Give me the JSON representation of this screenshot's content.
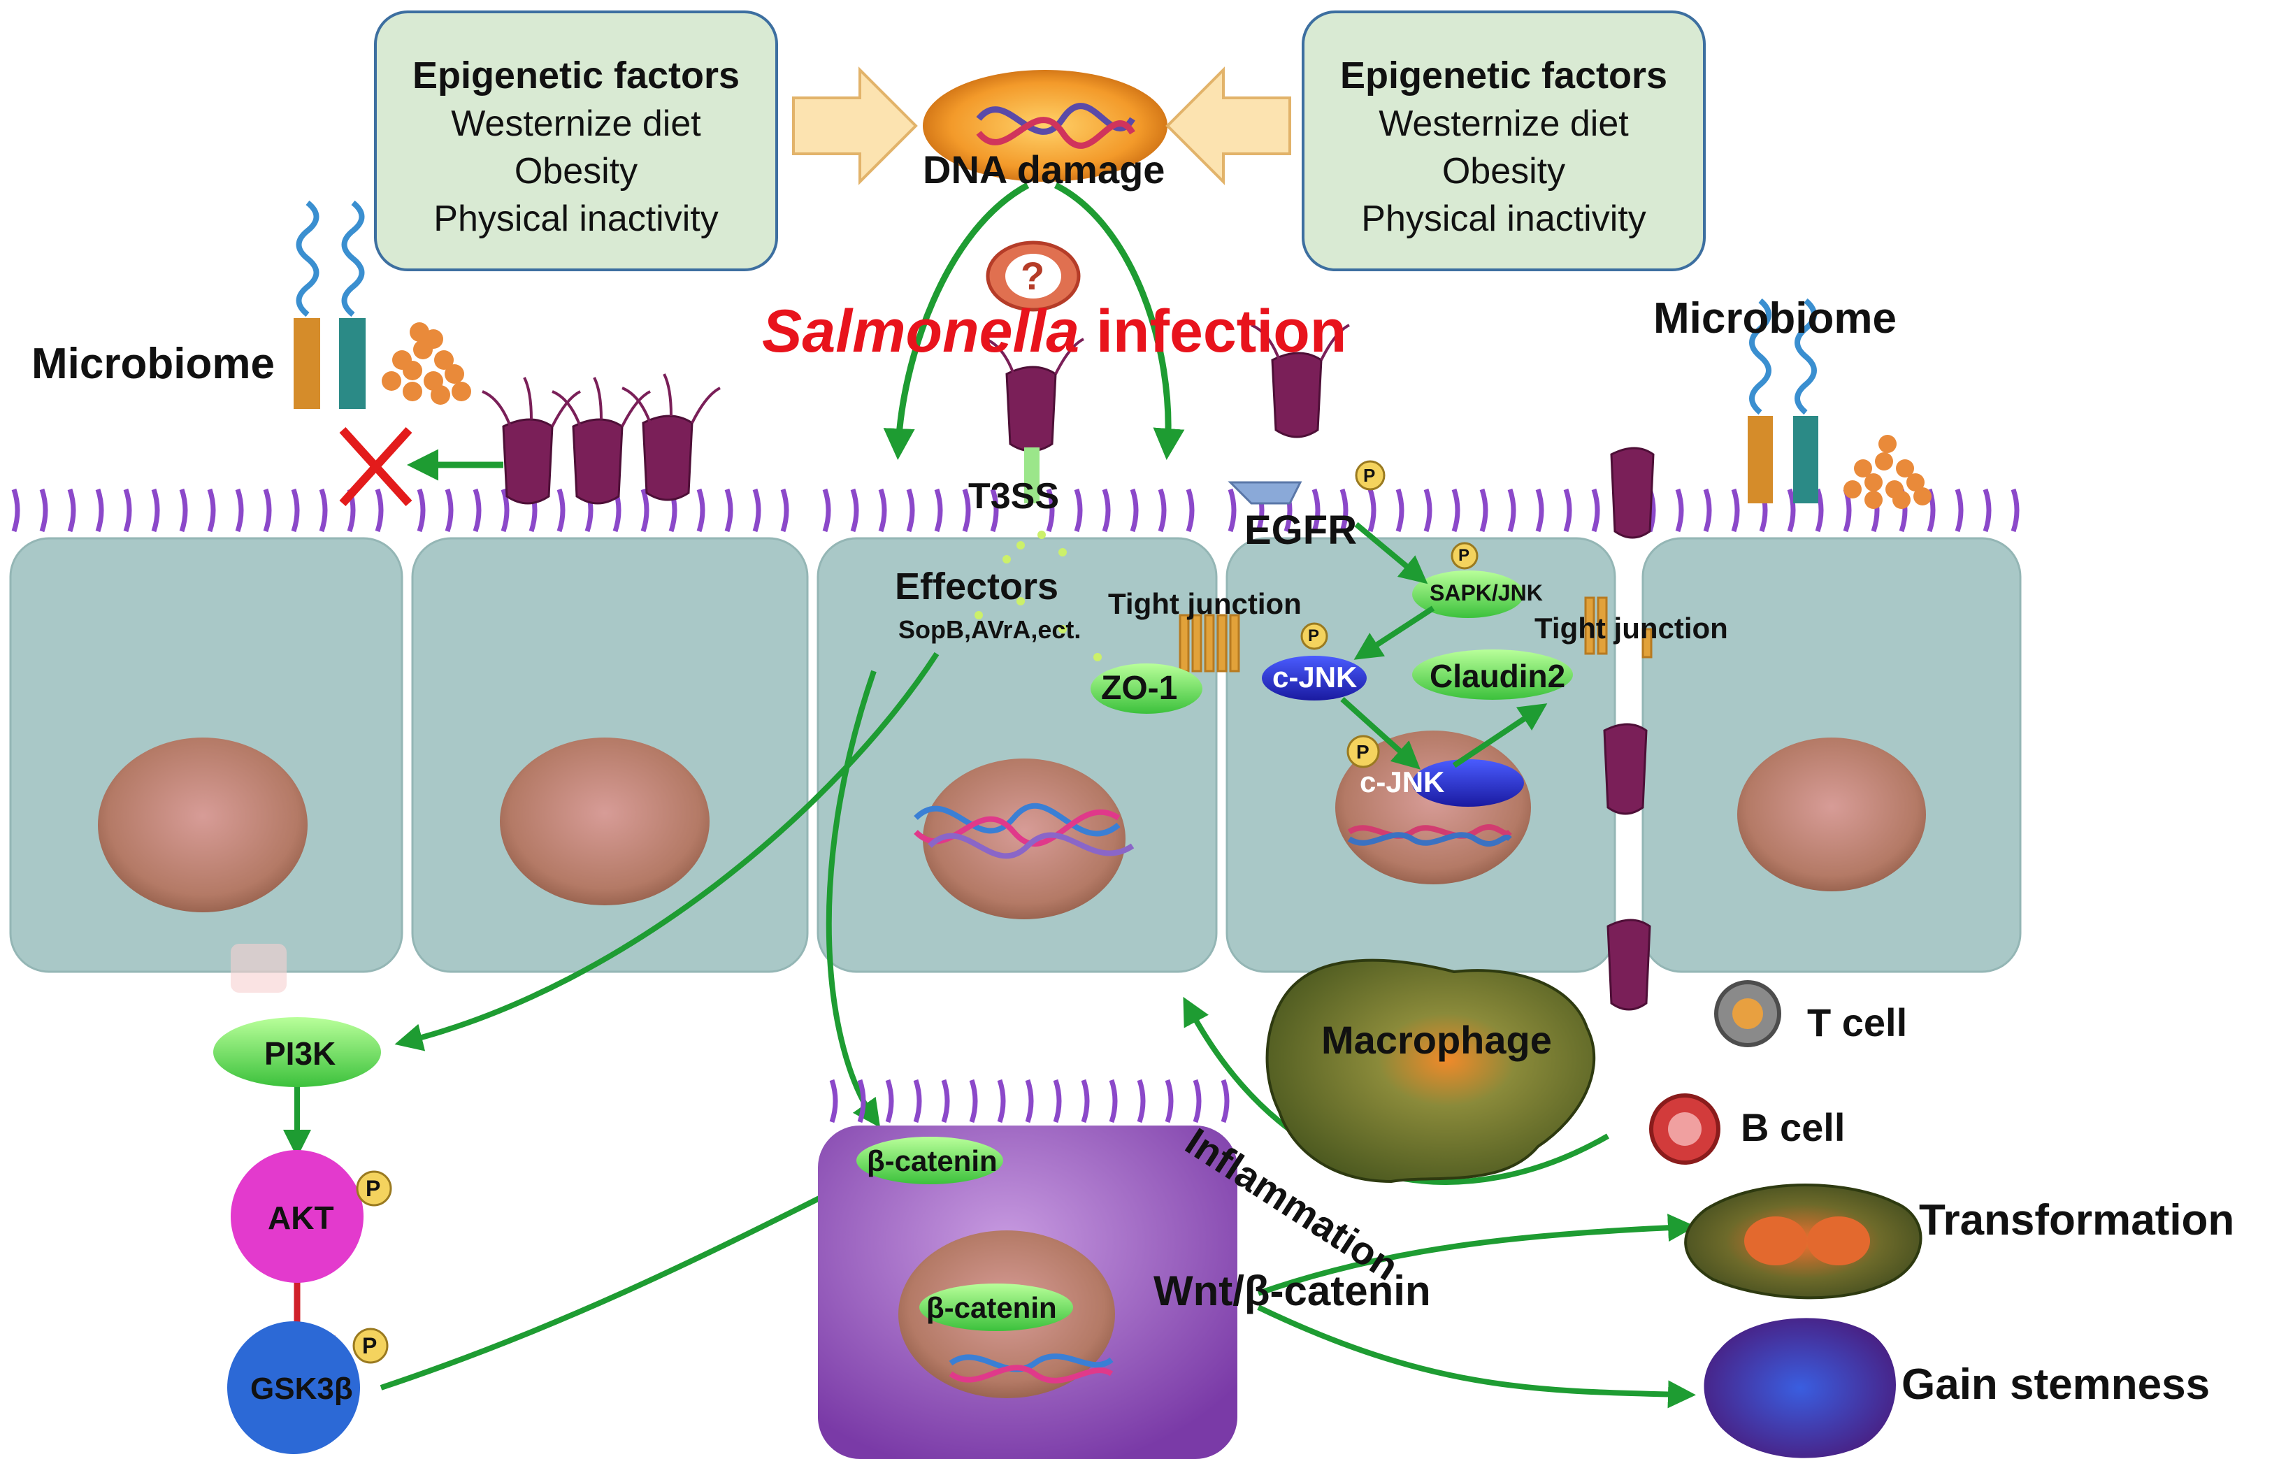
{
  "epigenetic_boxes": [
    {
      "title": "Epigenetic factors",
      "lines": [
        "Westernize diet",
        "Obesity",
        "Physical inactivity"
      ]
    },
    {
      "title": "Epigenetic factors",
      "lines": [
        "Westernize diet",
        "Obesity",
        "Physical inactivity"
      ]
    }
  ],
  "labels": {
    "dna_damage": "DNA damage",
    "question": "?",
    "salmonella": "Salmonella",
    "infection": " infection",
    "microbiome_left": "Microbiome",
    "microbiome_right": "Microbiome",
    "t3ss": "T3SS",
    "egfr": "EGFR",
    "effectors": "Effectors",
    "effectors_list": "SopB,AVrA,ect.",
    "tight_junction_1": "Tight junction",
    "tight_junction_2": "Tight junction",
    "zo1": "ZO-1",
    "sapk_jnk": "SAPK/JNK",
    "cjnk_1": "c-JNK",
    "cjnk_2": "c-JNK",
    "claudin2": "Claudin2",
    "pi3k": "PI3K",
    "akt": "AKT",
    "gsk3b": "GSK3β",
    "p": "P",
    "beta_catenin_1": "β-catenin",
    "beta_catenin_2": "β-catenin",
    "macrophage": "Macrophage",
    "inflammation": "Inflammation",
    "t_cell": "T cell",
    "b_cell": "B cell",
    "wnt": "Wnt/β-catenin",
    "transformation": "Transformation",
    "gain_stemness": "Gain stemness"
  },
  "colors": {
    "arrow_green": "#1e9c32",
    "salmonella_red": "#e8131c",
    "cell_teal": "#a9c8c7",
    "nucleus": "#b98074",
    "cancer_cell": "#8e3fb3",
    "bacteria": "#7a1f58",
    "microvilli": "#8b48c9",
    "box_fill": "#d9ead3",
    "box_border": "#3d6fa0"
  }
}
